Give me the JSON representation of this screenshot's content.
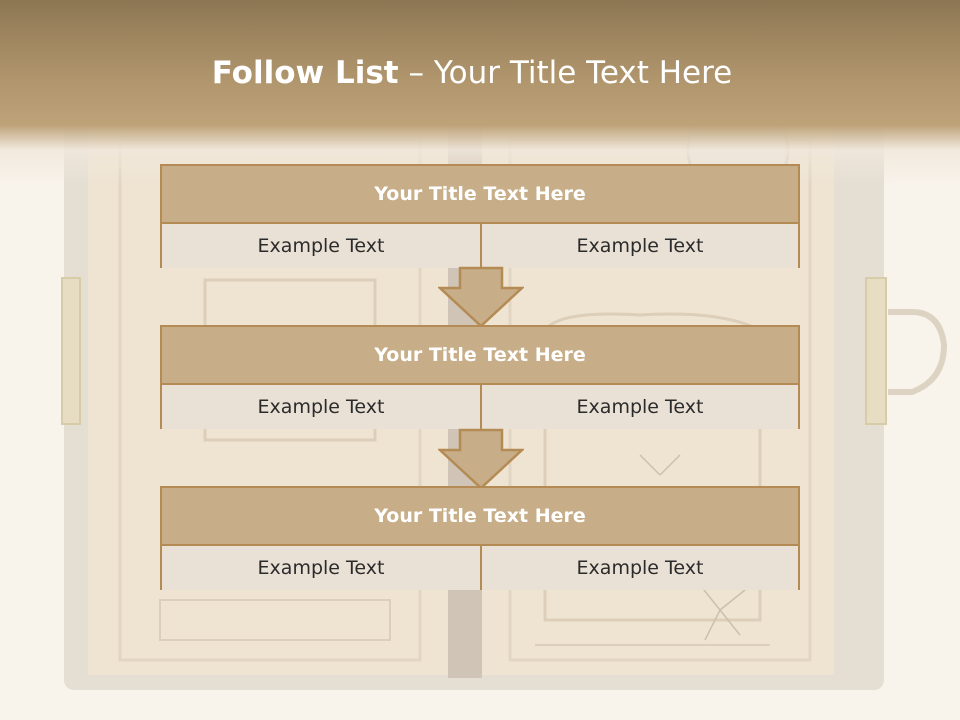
{
  "slide": {
    "title_bold": "Follow List",
    "title_rest": "– Your Title Text Here"
  },
  "steps": [
    {
      "title": "Your Title Text Here",
      "left": "Example Text",
      "right": "Example Text"
    },
    {
      "title": "Your Title Text Here",
      "left": "Example Text",
      "right": "Example Text"
    },
    {
      "title": "Your Title Text Here",
      "left": "Example Text",
      "right": "Example Text"
    }
  ],
  "colors": {
    "header_top": "#8b7653",
    "box_border": "#b58b55",
    "box_title_fill": "#c7ad88",
    "box_cell_fill": "#eae1d6",
    "arrow_fill": "#c7ad88"
  }
}
